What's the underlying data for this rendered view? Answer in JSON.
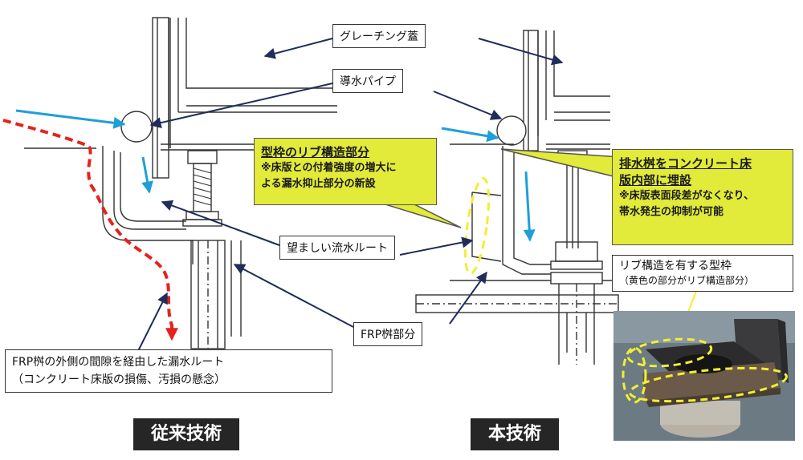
{
  "labels": {
    "grating_lid": "グレーチング蓋",
    "drain_pipe": "導水パイプ",
    "desired_route": "望ましい流水ルート",
    "frp_part": "FRP桝部分",
    "leak_route_line1": "FRP桝の外側の間隙を経由した漏水ルート",
    "leak_route_line2": "（コンクリート床版の損傷、汚損の懸念）",
    "rib_form_line1": "リブ構造を有する型枠",
    "rib_form_line2": "（黄色の部分がリブ構造部分）"
  },
  "callouts": {
    "left": {
      "title": "型枠のリブ構造部分",
      "note_line1": "※床版との付着強度の増大に",
      "note_line2": "よる漏水抑止部分の新設"
    },
    "right": {
      "title_line1": "排水桝をコンクリート床",
      "title_line2": "版内部に埋設",
      "note_line1": "※床版表面段差がなくなり、",
      "note_line2": "帯水発生の抑制が可能"
    }
  },
  "badges": {
    "conventional": "従来技術",
    "new": "本技術"
  },
  "colors": {
    "flow_arrow": "#1e9fd8",
    "leak_route": "#e5231b",
    "callout_fill": "#e2ea3a",
    "highlight": "#f2ef30",
    "badge_bg": "#262626",
    "pointer": "#1f2d5a"
  }
}
